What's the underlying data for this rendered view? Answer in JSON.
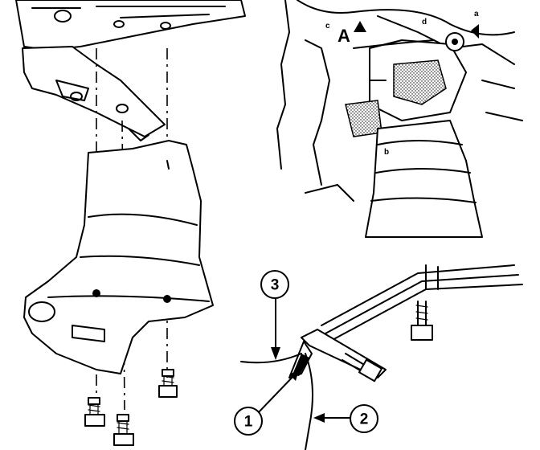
{
  "callouts": {
    "c1": "1",
    "c2": "2",
    "c3": "3"
  },
  "labels": {
    "view_letter": "A",
    "mark_a": "a",
    "mark_b": "b",
    "mark_c": "c",
    "mark_d": "d"
  },
  "icons": [
    "bolt-icon",
    "arrow-icon",
    "leader-line"
  ],
  "colors": {
    "ink": "#000000",
    "paper": "#ffffff"
  }
}
